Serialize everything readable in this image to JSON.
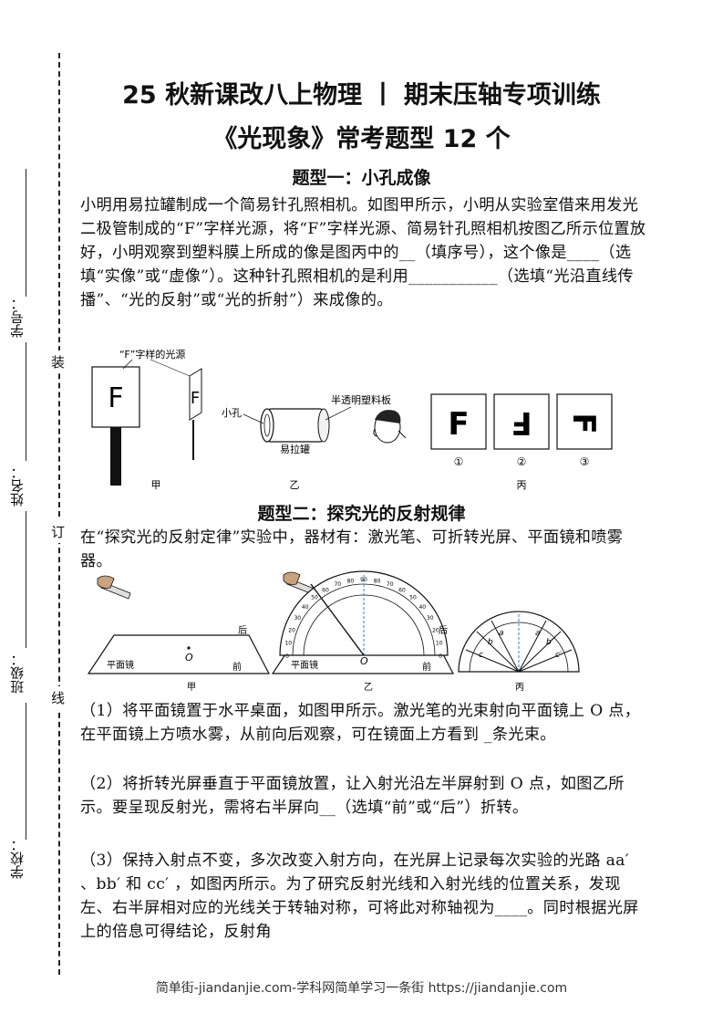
{
  "header": {
    "title_line1": "25 秋新课改八上物理 丨 期末压轴专项训练",
    "title_line2": "《光现象》常考题型 12 个"
  },
  "binding_margin": {
    "words": [
      "装",
      "订",
      "线"
    ],
    "fields": [
      "学号：",
      "姓名：",
      "班级：",
      "学校："
    ]
  },
  "section1": {
    "title": "题型一：小孔成像",
    "paragraph": "小明用易拉罐制成一个简易针孔照相机。如图甲所示，小明从实验室借来用发光二极管制成的“F”字样光源，将“F”字样光源、简易针孔照相机按图乙所示位置放好，小明观察到塑料膜上所成的像是图丙中的__（填序号），这个像是____（选填“实像”或“虚像”）。这种针孔照相机的是利用___________（选填“光沿直线传播”、“光的反射”或“光的折射”）来成像的。",
    "figure": {
      "source_label": "“F”字样的光源",
      "letter": "F",
      "hole_label": "小孔",
      "film_label": "半透明塑料板",
      "can_label": "易拉罐",
      "options": [
        "①",
        "②",
        "③"
      ],
      "captions": [
        "甲",
        "乙",
        "丙"
      ]
    }
  },
  "section2": {
    "title": "题型二：探究光的反射规律",
    "intro": "在“探究光的反射定律”实验中，器材有：激光笔、可折转光屏、平面镜和喷雾器。",
    "figure": {
      "mirror_label": "平面镜",
      "back_label": "后",
      "front_label": "前",
      "point_label": "O",
      "captions": [
        "甲",
        "乙",
        "丙"
      ],
      "ray_labels": [
        "a",
        "b",
        "c",
        "a′",
        "b′",
        "c′"
      ],
      "scale": [
        "0",
        "10",
        "20",
        "30",
        "40",
        "50",
        "60",
        "70",
        "80",
        "90",
        "80",
        "70",
        "60",
        "50",
        "40",
        "30",
        "20",
        "10",
        "0"
      ]
    },
    "q1": "（1）将平面镜置于水平桌面，如图甲所示。激光笔的光束射向平面镜上 O 点，在平面镜上方喷水雾，从前向后观察，可在镜面上方看到 _条光束。",
    "q2": "（2）将折转光屏垂直于平面镜放置，让入射光沿左半屏射到 O 点，如图乙所示。要呈现反射光，需将右半屏向__（选填“前”或“后”）折转。",
    "q3": "（3）保持入射点不变，多次改变入射方向，在光屏上记录每次实验的光路 aa′ 、bb′ 和 cc′ ，如图丙所示。为了研究反射光线和入射光线的位置关系，发现左、右半屏相对应的光线关于转轴对称，可将此对称轴视为____。同时根据光屏上的倍息可得结论，反射角"
  },
  "footer": {
    "text": "简单街-jiandanjie.com-学科网简单学习一条街 https://jiandanjie.com"
  }
}
